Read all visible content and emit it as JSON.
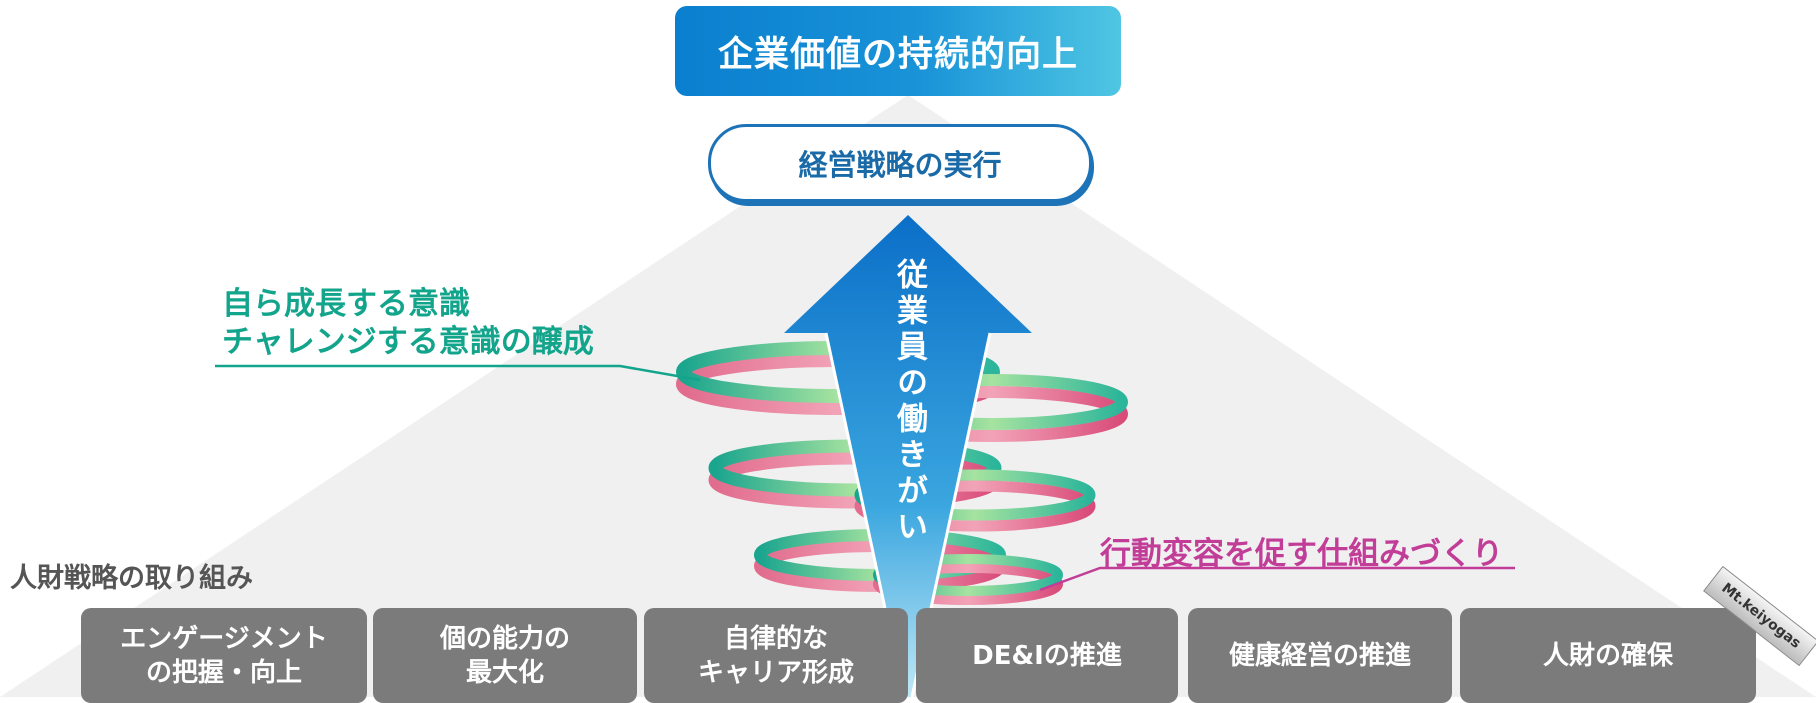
{
  "top_title": "企業価値の持続的向上",
  "strategy": "経営戦略の実行",
  "arrow_label": "従業員の働きがい",
  "mindset": {
    "line1": "自ら成長する意識",
    "line2": "チャレンジする意識の醸成"
  },
  "behavior": "行動変容を促す仕組みづくり",
  "section_label": "人財戦略の取り組み",
  "initiatives": [
    "エンゲージメント\nの把握・向上",
    "個の能力の\n最大化",
    "自律的な\nキャリア形成",
    "DE&Iの推進",
    "健康経営の推進",
    "人財の確保"
  ],
  "watermark": "Mt.keiyogas",
  "colors": {
    "green": "#13a48c",
    "magenta": "#c23d97",
    "blue": "#0a7fcf",
    "box": "#7b7b7b"
  }
}
